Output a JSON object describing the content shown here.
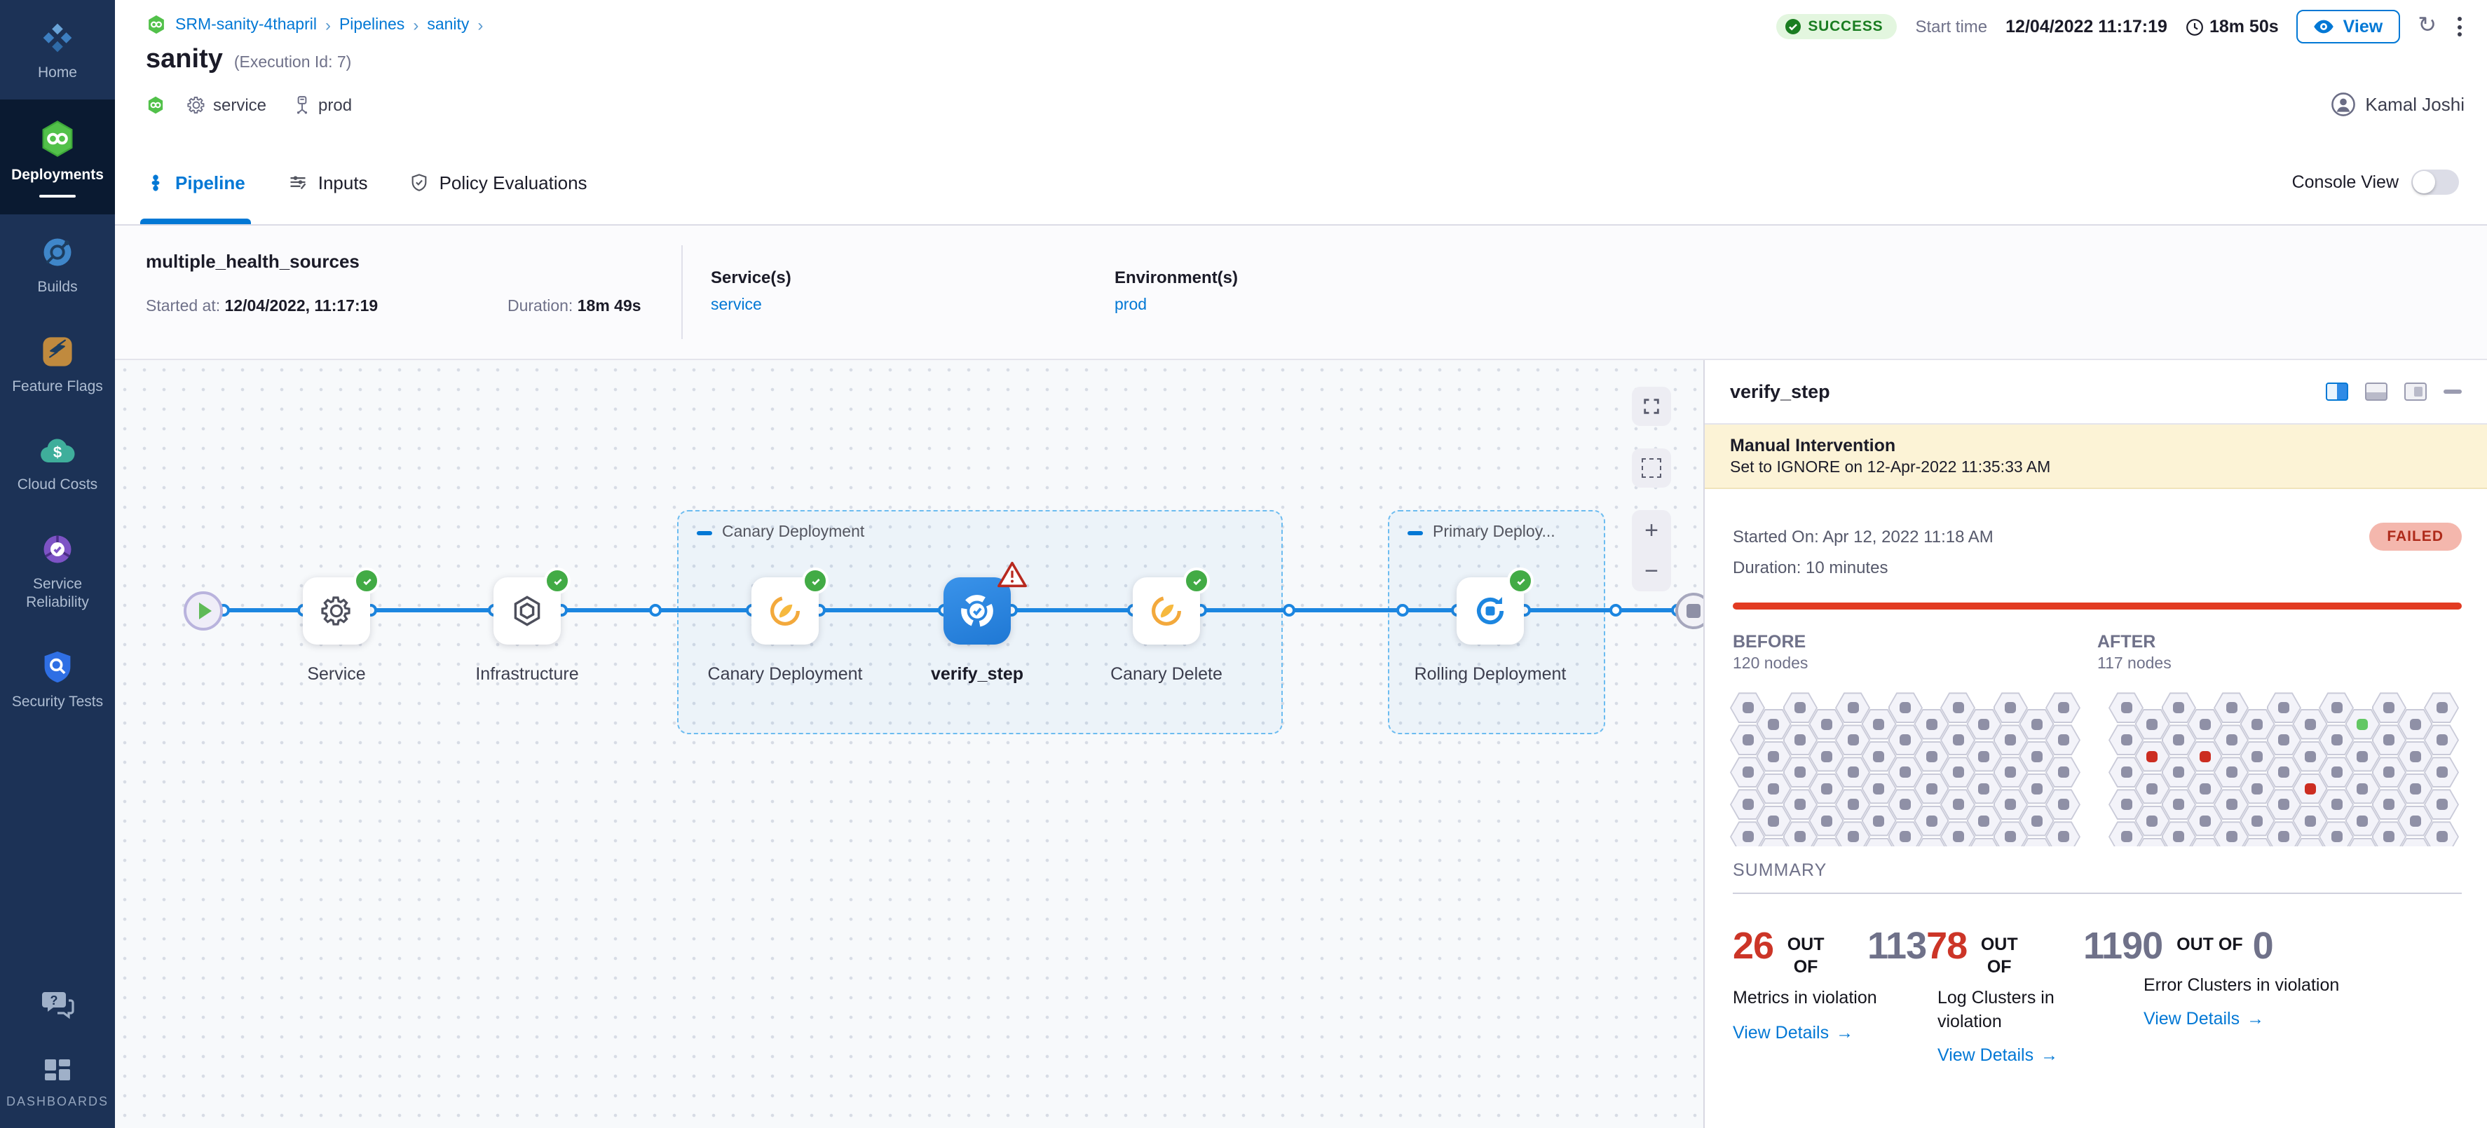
{
  "sidebar": {
    "items": [
      {
        "label": "Home"
      },
      {
        "label": "Deployments"
      },
      {
        "label": "Builds"
      },
      {
        "label": "Feature Flags"
      },
      {
        "label": "Cloud Costs"
      },
      {
        "label": "Service Reliability"
      },
      {
        "label": "Security Tests"
      }
    ],
    "dashboards_label": "DASHBOARDS"
  },
  "header": {
    "breadcrumb": {
      "project": "SRM-sanity-4thapril",
      "section": "Pipelines",
      "item": "sanity"
    },
    "status": "SUCCESS",
    "start_time_label": "Start time",
    "start_time": "12/04/2022 11:17:19",
    "elapsed": "18m 50s",
    "view_label": "View",
    "title": "sanity",
    "execution_id": "(Execution Id: 7)",
    "service": "service",
    "environment": "prod",
    "user": "Kamal Joshi"
  },
  "tabs": {
    "pipeline": "Pipeline",
    "inputs": "Inputs",
    "policy": "Policy Evaluations",
    "console_view": "Console View"
  },
  "stage": {
    "name": "multiple_health_sources",
    "started_label": "Started at:",
    "started": "12/04/2022, 11:17:19",
    "duration_label": "Duration:",
    "duration": "18m 49s",
    "services_label": "Service(s)",
    "service": "service",
    "environments_label": "Environment(s)",
    "environment": "prod"
  },
  "pipeline": {
    "groups": {
      "canary": "Canary Deployment",
      "primary": "Primary Deploy..."
    },
    "nodes": {
      "service": "Service",
      "infrastructure": "Infrastructure",
      "canary_deployment": "Canary Deployment",
      "verify": "verify_step",
      "canary_delete": "Canary Delete",
      "rolling": "Rolling Deployment"
    }
  },
  "panel": {
    "title": "verify_step",
    "banner": {
      "title": "Manual Intervention",
      "text": "Set to IGNORE on 12-Apr-2022 11:35:33 AM"
    },
    "started": "Started On: Apr 12, 2022 11:18 AM",
    "duration": "Duration: 10 minutes",
    "status": "FAILED",
    "before": {
      "label": "BEFORE",
      "nodes": "120 nodes"
    },
    "after": {
      "label": "AFTER",
      "nodes": "117 nodes"
    },
    "summary_label": "SUMMARY",
    "metrics": [
      {
        "gray_before": "",
        "red": "26",
        "out_of": "OUT OF",
        "gray_after": "",
        "label": "Metrics in violation",
        "link": "View Details"
      },
      {
        "gray_before": "113",
        "red": "78",
        "out_of": "OUT OF",
        "gray_after": "",
        "label": "Log Clusters in violation",
        "link": "View Details"
      },
      {
        "gray_before": "1190",
        "red": "",
        "out_of": "OUT OF",
        "gray_after": "0",
        "label": "Error Clusters in violation",
        "link": "View Details"
      }
    ],
    "hex": {
      "cols": 13,
      "rows": 5,
      "after_special": [
        {
          "col": 9,
          "row": 0,
          "color": "green"
        },
        {
          "col": 1,
          "row": 1,
          "color": "red"
        },
        {
          "col": 3,
          "row": 1,
          "color": "red"
        },
        {
          "col": 7,
          "row": 2,
          "color": "red"
        }
      ]
    }
  },
  "colors": {
    "primary": "#0278d5",
    "success_green": "#42ab45",
    "fail_red": "#cc3527",
    "line_blue": "#1c86e0",
    "sidebar_bg": "#1c3256"
  }
}
